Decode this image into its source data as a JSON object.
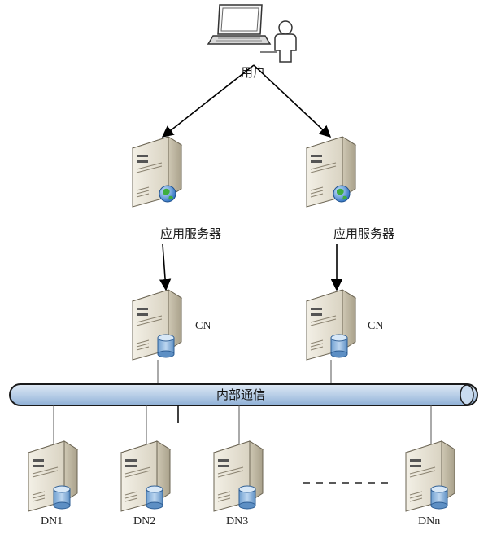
{
  "user": {
    "label": "用户",
    "icon": "user-at-laptop-icon"
  },
  "app_servers": [
    {
      "label": "应用服务器",
      "icon": "web-server-icon"
    },
    {
      "label": "应用服务器",
      "icon": "web-server-icon"
    }
  ],
  "coordinators": [
    {
      "label": "CN",
      "icon": "database-server-icon"
    },
    {
      "label": "CN",
      "icon": "database-server-icon"
    }
  ],
  "bus": {
    "label": "内部通信",
    "color": "#b9cfe8"
  },
  "data_nodes": [
    {
      "label": "DN1",
      "icon": "database-server-icon"
    },
    {
      "label": "DN2",
      "icon": "database-server-icon"
    },
    {
      "label": "DN3",
      "icon": "database-server-icon"
    },
    {
      "label": "DNn",
      "icon": "database-server-icon"
    }
  ]
}
